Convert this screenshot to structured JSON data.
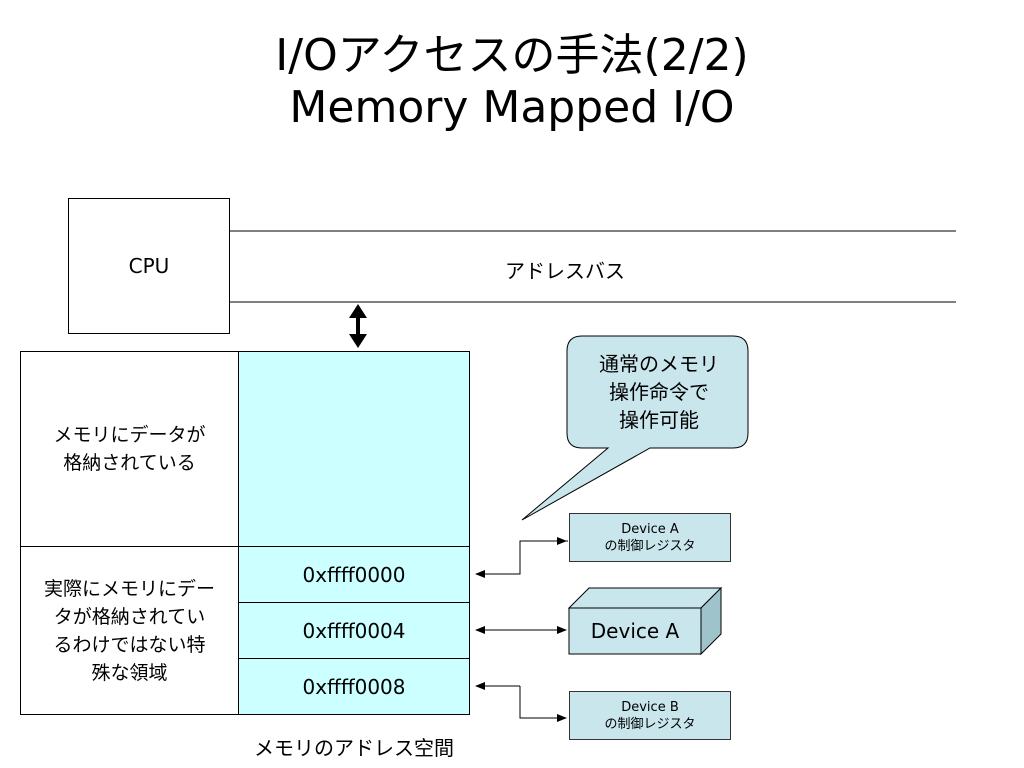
{
  "title": {
    "line1": "I/Oアクセスの手法(2/2)",
    "line2": "Memory Mapped I/O"
  },
  "cpu": {
    "label": "CPU"
  },
  "bus": {
    "label": "アドレスバス"
  },
  "memory_left": {
    "stored": "メモリにデータが\n格納されている",
    "not_stored": "実際にメモリにデー\nタが格納されてい\nるわけではない特\n殊な領域"
  },
  "memory_addresses": [
    "0xffff0000",
    "0xffff0004",
    "0xffff0008"
  ],
  "memory_caption": "メモリのアドレス空間",
  "callout": {
    "text": "通常のメモリ\n操作命令で\n操作可能"
  },
  "registers": {
    "a": {
      "line1": "Device A",
      "line2": "の制御レジスタ"
    },
    "b": {
      "line1": "Device B",
      "line2": "の制御レジスタ"
    }
  },
  "device": {
    "label": "Device A"
  },
  "colors": {
    "memory_fill": "#ccffff",
    "register_fill": "#c9e6ec",
    "callout_fill": "#c9e6ec",
    "device_fill": "#c9e6ec"
  }
}
